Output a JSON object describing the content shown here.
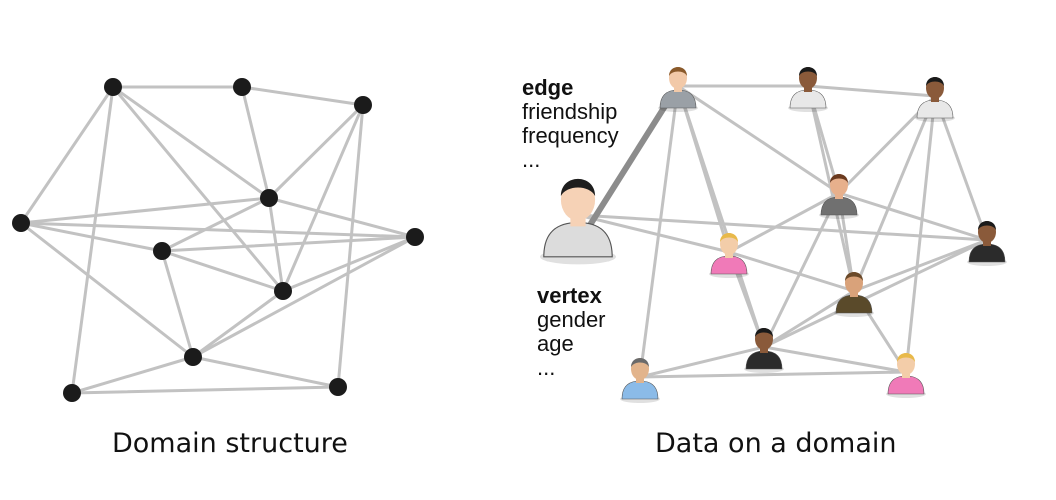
{
  "captions": {
    "left": "Domain structure",
    "right": "Data on a domain"
  },
  "edge_attributes": {
    "title": "edge",
    "items": [
      "friendship",
      "frequency",
      "..."
    ]
  },
  "vertex_attributes": {
    "title": "vertex",
    "items": [
      "gender",
      "age",
      "..."
    ]
  },
  "colors": {
    "edge": "#c2c2c2",
    "highlighted_edge": "#8c8c8c",
    "node": "#1b1b1b"
  },
  "people": [
    {
      "id": "p-top-left",
      "icon": "man-grey-shirt-icon",
      "skin": "#f2c9a8",
      "hair": "#8a5a2b",
      "shirt": "#9aa0a6"
    },
    {
      "id": "p-top-mid",
      "icon": "woman-white-shirt-icon",
      "skin": "#8a5a3a",
      "hair": "#1a1a1a",
      "shirt": "#e8e8e8"
    },
    {
      "id": "p-top-right",
      "icon": "man-white-shirt-icon",
      "skin": "#8a5a3a",
      "hair": "#1a1a1a",
      "shirt": "#e8e8e8"
    },
    {
      "id": "p-center",
      "icon": "woman-grey-shirt-icon",
      "skin": "#e7b08c",
      "hair": "#6b3a1f",
      "shirt": "#707070"
    },
    {
      "id": "p-right",
      "icon": "man-suit-icon",
      "skin": "#8a5a3a",
      "hair": "#1a1a1a",
      "shirt": "#2b2b2b"
    },
    {
      "id": "p-blonde-top",
      "icon": "girl-pink-icon",
      "skin": "#f3cda9",
      "hair": "#e8b94a",
      "shirt": "#f07ab8"
    },
    {
      "id": "p-aviator",
      "icon": "pilot-icon",
      "skin": "#d9a27a",
      "hair": "#6b4a2a",
      "shirt": "#5a4a2a"
    },
    {
      "id": "p-suit-bottom",
      "icon": "man-suit-icon",
      "skin": "#8a5a3a",
      "hair": "#1a1a1a",
      "shirt": "#2b2b2b"
    },
    {
      "id": "p-blue",
      "icon": "man-blue-shirt-icon",
      "skin": "#e2b48c",
      "hair": "#6a6a6a",
      "shirt": "#8bbbe8"
    },
    {
      "id": "p-blonde-bot",
      "icon": "girl-pink-icon",
      "skin": "#f3cda9",
      "hair": "#e8b94a",
      "shirt": "#f07ab8"
    },
    {
      "id": "p-big",
      "icon": "man-large-grey-icon",
      "skin": "#f6d2b6",
      "hair": "#1e1e1e",
      "shirt": "#dcdcdc"
    }
  ]
}
